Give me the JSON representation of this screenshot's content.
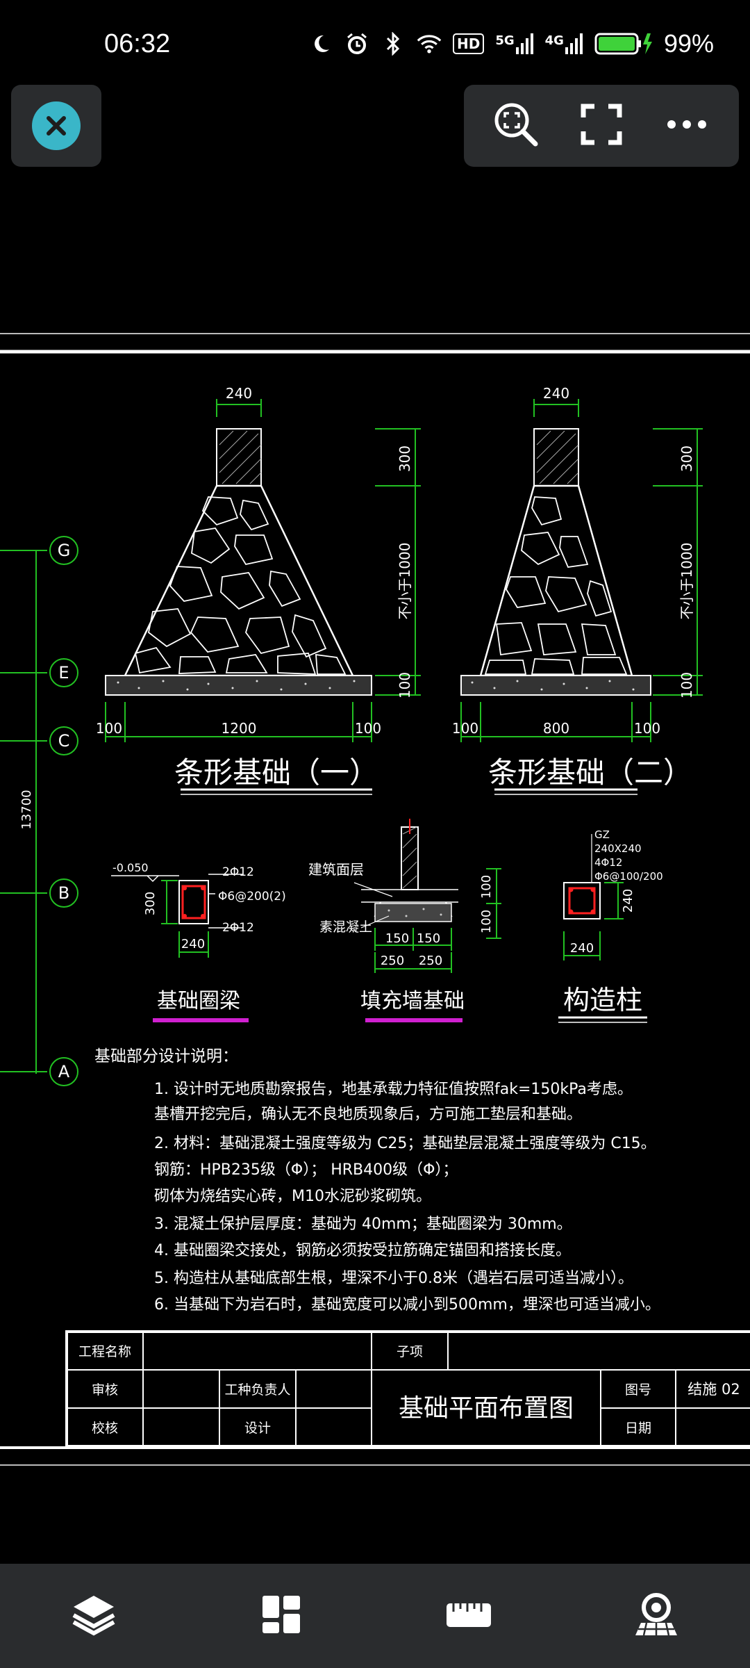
{
  "status": {
    "time": "06:32",
    "battery": "99%",
    "hd": "HD",
    "net1": "5G",
    "net2": "4G"
  },
  "drawing": {
    "dim_240": "240",
    "dim_300": "300",
    "dim_1000": "不小于1000",
    "dim_100": "100",
    "dim_1200": "1200",
    "dim_800": "800",
    "title_1": "条形基础（一）",
    "title_2": "条形基础（二）",
    "axis": [
      "G",
      "E",
      "C",
      "B",
      "A"
    ],
    "axis_dim": "13700",
    "beam_elev": "-0.050",
    "beam_top": "2Φ12",
    "beam_stirrup": "Φ6@200(2)",
    "beam_bottom": "2Φ12",
    "beam_w": "240",
    "beam_h": "300",
    "beam_title": "基础圈梁",
    "wall_label_1": "建筑面层",
    "wall_label_2": "素混凝土",
    "wall_150a": "150",
    "wall_150b": "150",
    "wall_250a": "250",
    "wall_250b": "250",
    "wall_100a": "100",
    "wall_100b": "100",
    "wall_title": "填充墙基础",
    "col_gz": "GZ",
    "col_size": "240X240",
    "col_main": "4Φ12",
    "col_stir": "Φ6@100/200",
    "col_240a": "240",
    "col_240b": "240",
    "col_title": "构造柱",
    "notes_title": "基础部分设计说明：",
    "notes": [
      "1.  设计时无地质勘察报告，地基承载力特征值按照fak=150kPa考虑。",
      "     基槽开挖完后，确认无不良地质现象后，方可施工垫层和基础。",
      "2.  材料：基础混凝土强度等级为 C25；基础垫层混凝土强度等级为 C15。",
      "      钢筋：HPB235级（Φ）；  HRB400级（Φ）；",
      "         砌体为烧结实心砖，M10水泥砂浆砌筑。",
      "3.  混凝土保护层厚度：基础为 40mm；基础圈梁为 30mm。",
      "4.  基础圈梁交接处，钢筋必须按受拉筋确定锚固和搭接长度。",
      "5.  构造柱从基础底部生根，埋深不小于0.8米（遇岩石层可适当减小）。",
      "6.  当基础下为岩石时，基础宽度可以减小到500mm，埋深也可适当减小。"
    ],
    "tb_project": "工程名称",
    "tb_sub": "子项",
    "tb_review": "审核",
    "tb_lead": "工种负责人",
    "tb_check": "校核",
    "tb_design": "设计",
    "tb_title": "基础平面布置图",
    "tb_no_label": "图号",
    "tb_no": "结施 02",
    "tb_date": "日期"
  },
  "icons": {
    "close": "close-icon",
    "zoom": "zoom-fit-icon",
    "fullscreen": "fullscreen-icon",
    "more": "more-icon",
    "layers": "layers-icon",
    "layout": "layout-icon",
    "measure": "ruler-icon",
    "view": "view-icon"
  },
  "colors": {
    "accent": "#3ab6c8",
    "dim_green": "#22c022",
    "magenta": "#d020d0",
    "rebar_red": "#ff2020",
    "toolbar_bg": "#2a2c2e"
  }
}
